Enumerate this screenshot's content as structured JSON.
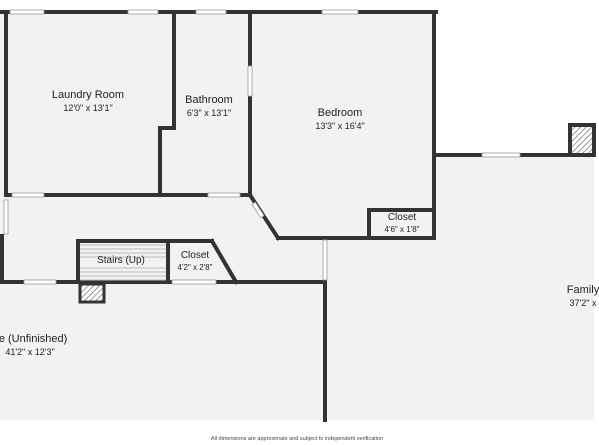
{
  "rooms": {
    "laundry": {
      "name": "Laundry Room",
      "dim": "12'0\" x 13'1\""
    },
    "bathroom": {
      "name": "Bathroom",
      "dim": "6'3\" x 13'1\""
    },
    "bedroom": {
      "name": "Bedroom",
      "dim": "13'3\" x 16'4\""
    },
    "closet_bedroom": {
      "name": "Closet",
      "dim": "4'6\" x 1'8\""
    },
    "stairs": {
      "name": "Stairs (Up)"
    },
    "closet_stairs": {
      "name": "Closet",
      "dim": "4'2\" x 2'8\""
    },
    "garage": {
      "name": "ge (Unfinished)",
      "dim": "41'2\" x 12'3\""
    },
    "family": {
      "name": "Family",
      "dim": "37'2\" x"
    }
  },
  "disclaimer": "All dimensions are approximate and subject to independent verification",
  "colors": {
    "wall": "#333333",
    "floor": "#f2f2f2",
    "hatch": "#555555",
    "window": "#bbbbbb"
  }
}
